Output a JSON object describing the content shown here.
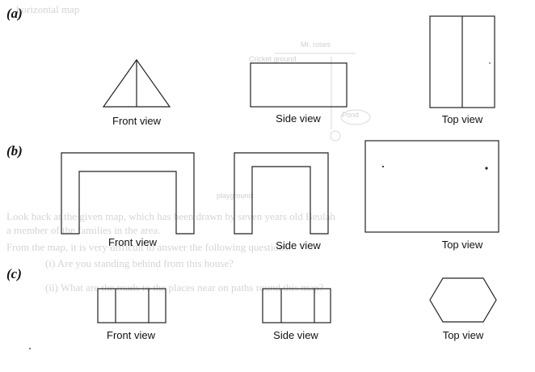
{
  "rows": [
    {
      "label": "(a)",
      "views": [
        "Front view",
        "Side view",
        "Top view"
      ]
    },
    {
      "label": "(b)",
      "views": [
        "Front view",
        "Side view",
        "Top view"
      ]
    },
    {
      "label": "(c)",
      "views": [
        "Front view",
        "Side view",
        "Top view"
      ]
    }
  ],
  "bleed_through": {
    "header_fragment": "horizontal map",
    "map_labels": [
      "Mr. roses",
      "Cricket ground",
      "Pond",
      "playground"
    ],
    "text_lines": [
      "Look back at the given map, which has been drawn by seven years old Beulah",
      "a member of the families in the area.",
      "From the map, it is very difficult to answer the following questions:",
      "(i) Are you standing behind from this house?",
      "(ii) What are the roads to the places near on paths round this map?"
    ]
  }
}
